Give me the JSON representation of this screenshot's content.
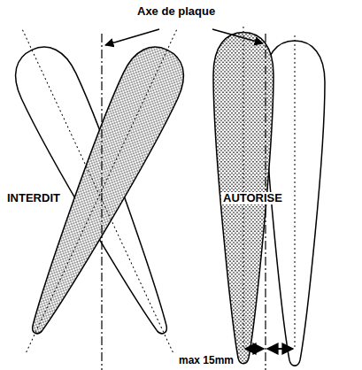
{
  "diagram": {
    "labels": [
      "Axe de plaque",
      "INTERDIT",
      "AUTORISE",
      "max 15mm"
    ]
  }
}
